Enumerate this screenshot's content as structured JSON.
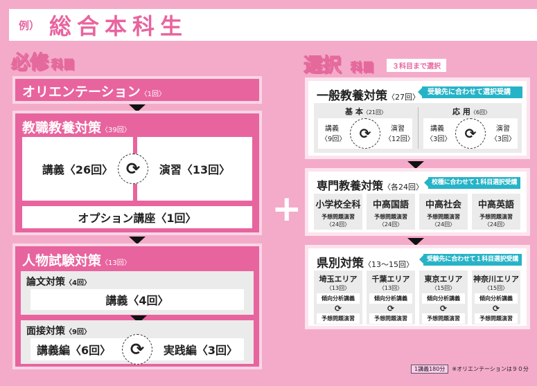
{
  "header": {
    "example": "例）",
    "title": "総合本科生"
  },
  "required": {
    "label": "必修",
    "suffix": "科目",
    "orientation": {
      "title": "オリエンテーション",
      "count": "〈1回〉"
    },
    "kyoshoku": {
      "title": "教職教養対策",
      "count": "〈39回〉",
      "lecture": "講義〈26回〉",
      "practice": "演習〈13回〉",
      "option": "オプション講座〈1回〉"
    },
    "jinbutsu": {
      "title": "人物試験対策",
      "count": "〈13回〉",
      "ronbun": {
        "title": "論文対策",
        "count": "〈4回〉",
        "lecture": "講義〈4回〉"
      },
      "mensetsu": {
        "title": "面接対策",
        "count": "〈9回〉",
        "lecture": "講義編〈6回〉",
        "practice": "実践編〈3回〉"
      }
    }
  },
  "plus": "+",
  "elective": {
    "label": "選択",
    "suffix": "科目",
    "note": "３科目まで選択",
    "general": {
      "title": "一般教養対策",
      "count": "〈27回〉",
      "tag": "受験先に合わせて選択受講",
      "basic": {
        "title": "基 本",
        "count": "〈21回〉",
        "lecture": "講義",
        "lecture_count": "〈9回〉",
        "practice": "演習",
        "practice_count": "〈12回〉"
      },
      "applied": {
        "title": "応 用",
        "count": "〈6回〉",
        "lecture": "講義",
        "lecture_count": "〈3回〉",
        "practice": "演習",
        "practice_count": "〈3回〉"
      }
    },
    "specialty": {
      "title": "専門教養対策",
      "count": "〈各24回〉",
      "tag": "校種に合わせて１科目選択受講",
      "items": [
        {
          "name": "小学校全科",
          "desc": "予想問題演習",
          "count": "〈24回〉"
        },
        {
          "name": "中高国語",
          "desc": "予想問題演習",
          "count": "〈24回〉"
        },
        {
          "name": "中高社会",
          "desc": "予想問題演習",
          "count": "〈24回〉"
        },
        {
          "name": "中高英語",
          "desc": "予想問題演習",
          "count": "〈24回〉"
        }
      ]
    },
    "prefecture": {
      "title": "県別対策",
      "count": "〈13〜15回〉",
      "tag": "受験先に合わせて１科目選択受講",
      "items": [
        {
          "name": "埼玉エリア",
          "count": "〈13回〉",
          "a": "傾向分析講義",
          "b": "予想問題演習"
        },
        {
          "name": "千葉エリア",
          "count": "〈13回〉",
          "a": "傾向分析講義",
          "b": "予想問題演習"
        },
        {
          "name": "東京エリア",
          "count": "〈15回〉",
          "a": "傾向分析講義",
          "b": "予想問題演習"
        },
        {
          "name": "神奈川エリア",
          "count": "〈15回〉",
          "a": "傾向分析講義",
          "b": "予想問題演習"
        }
      ]
    }
  },
  "cycle_symbol": "⟳",
  "footer": {
    "unit": "1講義180分",
    "note": "※オリエンテーションは９０分"
  }
}
